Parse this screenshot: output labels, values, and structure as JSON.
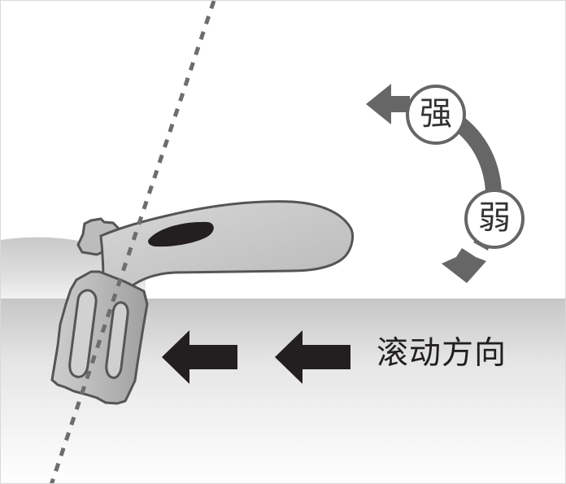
{
  "badges": {
    "strong": "强",
    "weak": "弱"
  },
  "caption": "滚动方向",
  "colors": {
    "background": "#ffffff",
    "frame": "#d9d9d9",
    "surface_gray": "#c8c8c8",
    "device_fill": "#c7c7c7",
    "device_stroke": "#555555",
    "dark_fill": "#231f20",
    "rotation_arrow": "#666666",
    "badge_text": "#333333"
  },
  "icons": {
    "left_arrows": "left-arrow-icon",
    "rotation_arrow": "curved-rotation-arrow-icon",
    "axis_line": "dashed-axis-line"
  }
}
